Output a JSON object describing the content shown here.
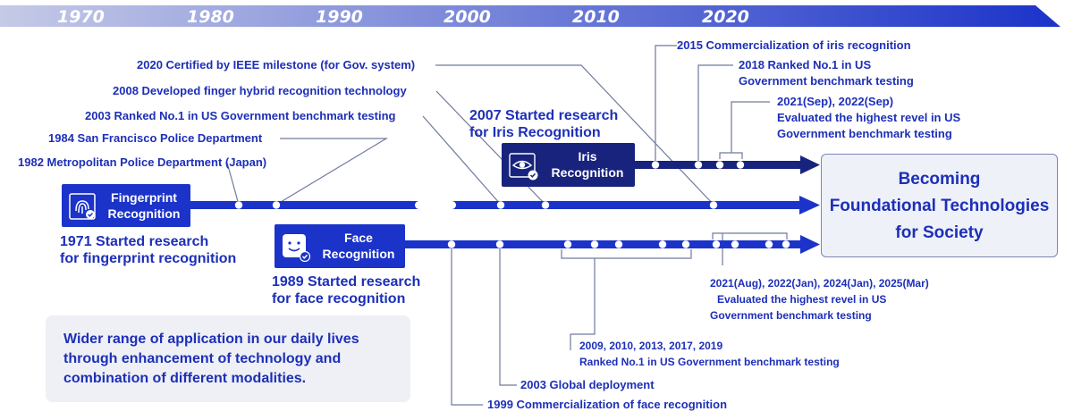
{
  "decades": [
    "1970",
    "1980",
    "1990",
    "2000",
    "2010",
    "2020"
  ],
  "colors": {
    "primary": "#1b33c9",
    "dark_tile": "#17237d",
    "text": "#1d2fb8",
    "connector": "#6f7a9e"
  },
  "tiles": {
    "fingerprint": {
      "icon": "fingerprint-icon",
      "label1": "Fingerprint",
      "label2": "Recognition"
    },
    "face": {
      "icon": "face-icon",
      "label1": "Face",
      "label2": "Recognition"
    },
    "iris": {
      "icon": "eye-icon",
      "label1": "Iris",
      "label2": "Recognition"
    }
  },
  "starts": {
    "fingerprint": {
      "line1": "1971 Started research",
      "line2": "for fingerprint recognition"
    },
    "face": {
      "line1": "1989 Started research",
      "line2": "for face recognition"
    },
    "iris": {
      "line1": "2007 Started research",
      "line2": "for Iris Recognition"
    }
  },
  "fingerprint_events": {
    "e2020": "2020 Certified by IEEE milestone (for Gov. system)",
    "e2008": "2008 Developed finger hybrid recognition technology",
    "e2003": "2003 Ranked No.1 in US Government benchmark testing",
    "e1984": "1984 San Francisco Police Department",
    "e1982": "1982 Metropolitan Police Department (Japan)"
  },
  "iris_events": {
    "e2015": "2015 Commercialization of iris recognition",
    "e2018_l1": "2018 Ranked No.1 in US",
    "e2018_l2": "Government benchmark testing",
    "e2021_l1": "2021(Sep), 2022(Sep)",
    "e2021_l2": "Evaluated the highest revel in US",
    "e2021_l3": "Government benchmark testing"
  },
  "face_events": {
    "e2021_l1": "2021(Aug), 2022(Jan), 2024(Jan), 2025(Mar)",
    "e2021_l2": "Evaluated the highest revel in US",
    "e2021_l3": "Government benchmark testing",
    "e2009_l1": "2009, 2010, 2013, 2017, 2019",
    "e2009_l2": "Ranked No.1 in US Government benchmark testing",
    "e2003": "2003 Global deployment",
    "e1999": "1999 Commercialization of face recognition"
  },
  "goal": {
    "line1": "Becoming",
    "line2": "Foundational Technologies",
    "line3": "for Society"
  },
  "note": {
    "line1": "Wider range of application in our daily lives",
    "line2": "through enhancement of technology and",
    "line3": "combination of different modalities."
  }
}
